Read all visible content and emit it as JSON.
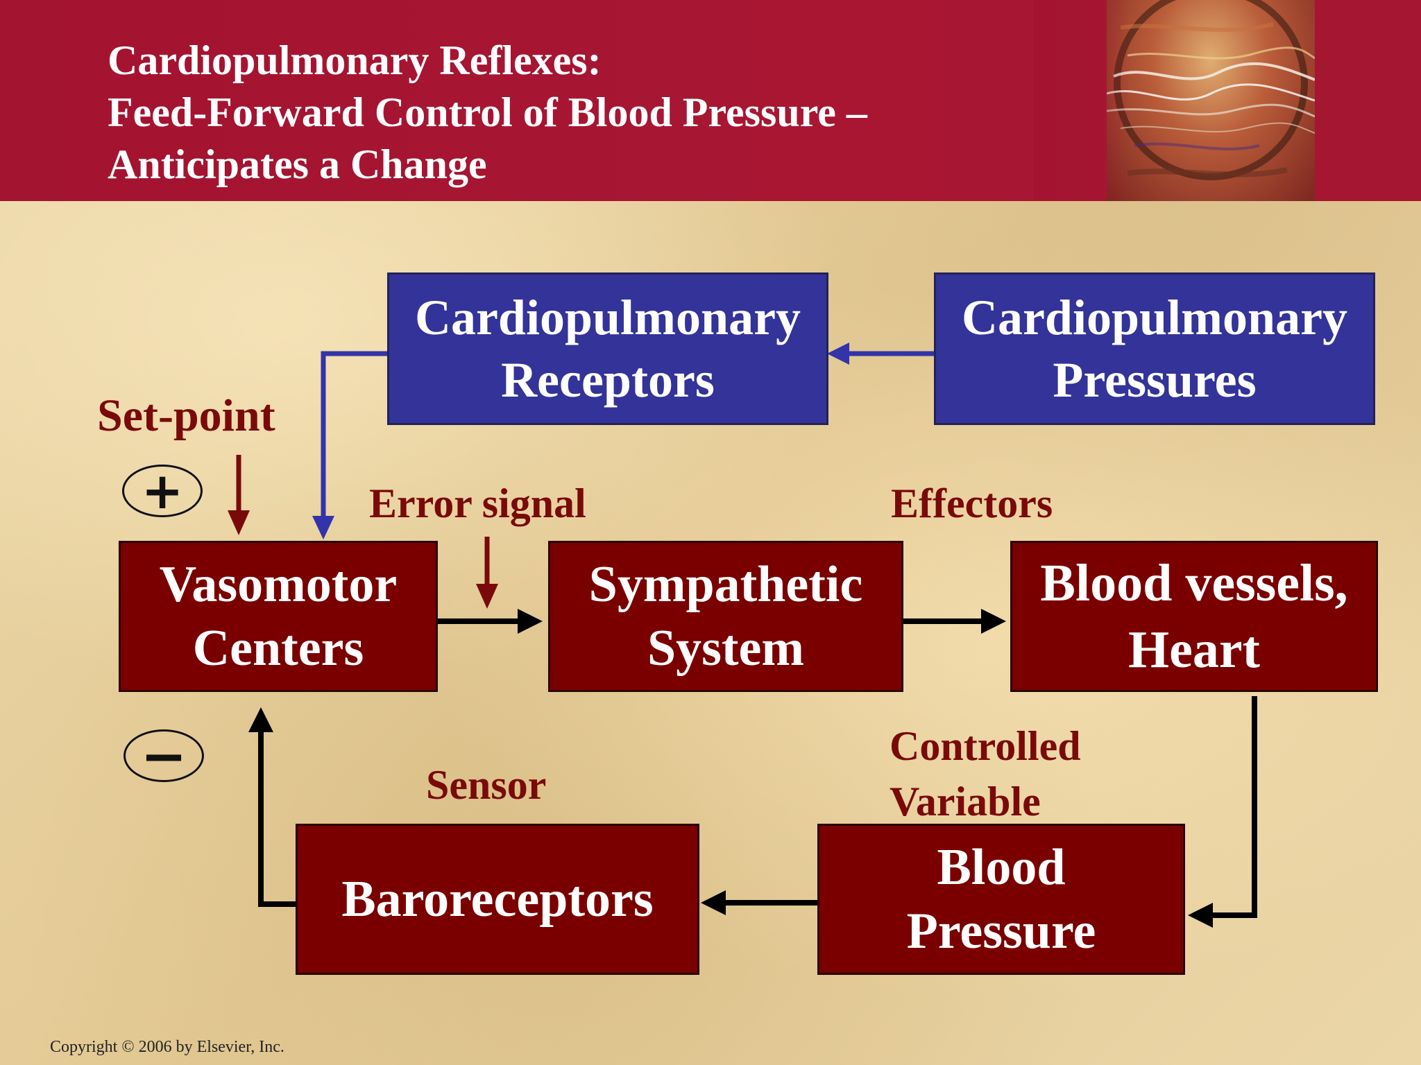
{
  "title": {
    "line1": "Cardiopulmonary Reflexes:",
    "line2": "Feed-Forward Control of Blood Pressure –",
    "line3": "Anticipates a Change"
  },
  "boxes": {
    "receptors": {
      "line1": "Cardiopulmonary",
      "line2": "Receptors"
    },
    "pressures": {
      "line1": "Cardiopulmonary",
      "line2": "Pressures"
    },
    "vasomotor": {
      "line1": "Vasomotor",
      "line2": "Centers"
    },
    "sympathetic": {
      "line1": "Sympathetic",
      "line2": "System"
    },
    "vessels": {
      "line1": "Blood vessels,",
      "line2": "Heart"
    },
    "baroreceptors": {
      "line1": "Baroreceptors"
    },
    "blood_pressure": {
      "line1": "Blood",
      "line2": "Pressure"
    }
  },
  "labels": {
    "set_point": "Set-point",
    "error_signal": "Error signal",
    "effectors": "Effectors",
    "sensor": "Sensor",
    "controlled_line1": "Controlled",
    "controlled_line2": "Variable"
  },
  "signs": {
    "plus": "+",
    "minus": "−"
  },
  "copyright": "Copyright © 2006 by Elsevier, Inc.",
  "colors": {
    "header": "#a31430",
    "blue_box": "#333399",
    "red_box": "#7a0000",
    "label_text": "#7a0a0a",
    "blue_arrow": "#3333aa",
    "red_arrow": "#7a0a0a",
    "black_arrow": "#000000",
    "background": "#e9d3a3"
  }
}
